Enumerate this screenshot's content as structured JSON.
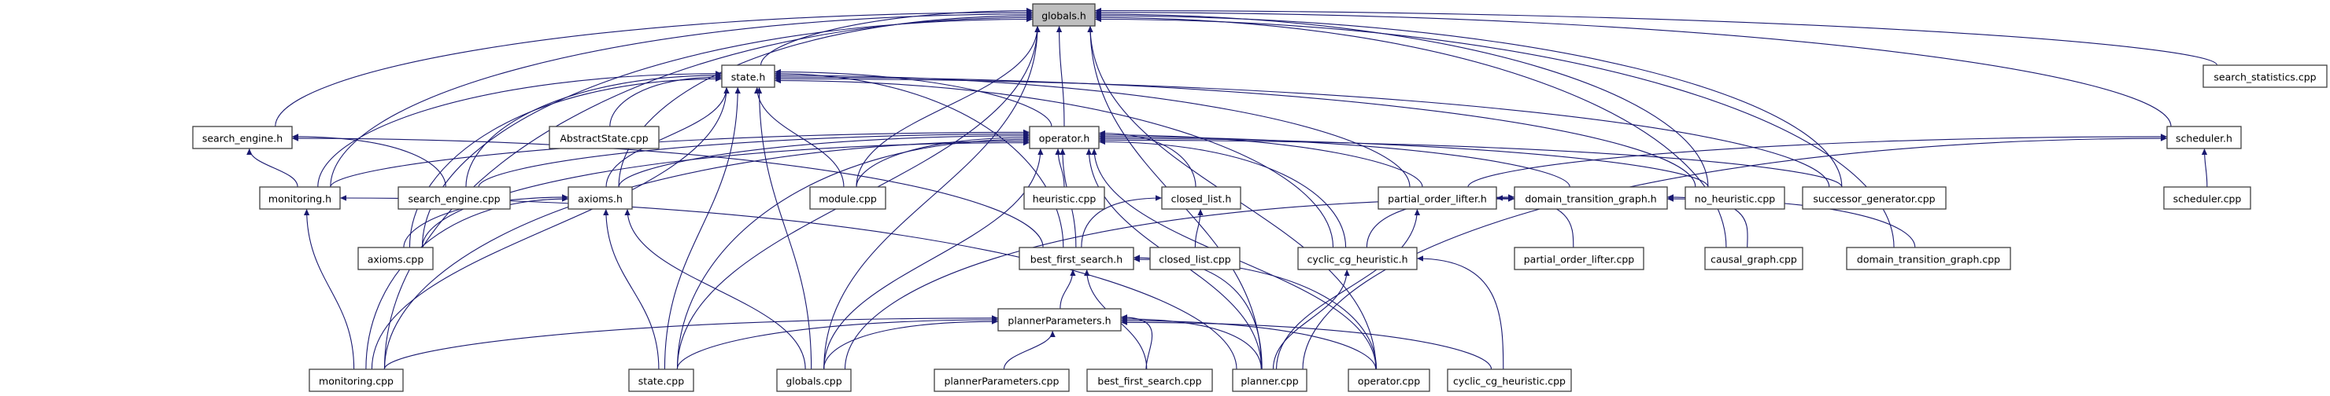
{
  "graph": {
    "kind": "include-dependency-graph",
    "root": "globals.h",
    "colors": {
      "edge": "#191970",
      "root_fill": "#bfbfbf",
      "node_fill": "#ffffff",
      "node_border": "#404040",
      "text": "#000000"
    },
    "nodes": [
      {
        "label": "globals.h",
        "highlighted": true
      },
      {
        "label": "state.h"
      },
      {
        "label": "search_statistics.cpp"
      },
      {
        "label": "search_engine.h"
      },
      {
        "label": "AbstractState.cpp"
      },
      {
        "label": "operator.h"
      },
      {
        "label": "scheduler.h"
      },
      {
        "label": "monitoring.h"
      },
      {
        "label": "search_engine.cpp"
      },
      {
        "label": "axioms.h"
      },
      {
        "label": "module.cpp"
      },
      {
        "label": "heuristic.cpp"
      },
      {
        "label": "closed_list.h"
      },
      {
        "label": "partial_order_lifter.h"
      },
      {
        "label": "domain_transition_graph.h"
      },
      {
        "label": "no_heuristic.cpp"
      },
      {
        "label": "successor_generator.cpp"
      },
      {
        "label": "scheduler.cpp"
      },
      {
        "label": "axioms.cpp"
      },
      {
        "label": "best_first_search.h"
      },
      {
        "label": "closed_list.cpp"
      },
      {
        "label": "cyclic_cg_heuristic.h"
      },
      {
        "label": "partial_order_lifter.cpp"
      },
      {
        "label": "causal_graph.cpp"
      },
      {
        "label": "domain_transition_graph.cpp"
      },
      {
        "label": "plannerParameters.h"
      },
      {
        "label": "monitoring.cpp"
      },
      {
        "label": "state.cpp"
      },
      {
        "label": "globals.cpp"
      },
      {
        "label": "plannerParameters.cpp"
      },
      {
        "label": "best_first_search.cpp"
      },
      {
        "label": "planner.cpp"
      },
      {
        "label": "operator.cpp"
      },
      {
        "label": "cyclic_cg_heuristic.cpp"
      }
    ],
    "edges": [
      {
        "from": "state.h",
        "to": "globals.h"
      },
      {
        "from": "search_engine.h",
        "to": "globals.h"
      },
      {
        "from": "monitoring.h",
        "to": "globals.h"
      },
      {
        "from": "axioms.h",
        "to": "globals.h"
      },
      {
        "from": "module.cpp",
        "to": "globals.h"
      },
      {
        "from": "operator.h",
        "to": "globals.h"
      },
      {
        "from": "monitoring.cpp",
        "to": "globals.h"
      },
      {
        "from": "state.cpp",
        "to": "globals.h"
      },
      {
        "from": "globals.cpp",
        "to": "globals.h"
      },
      {
        "from": "axioms.cpp",
        "to": "globals.h"
      },
      {
        "from": "search_statistics.cpp",
        "to": "globals.h"
      },
      {
        "from": "scheduler.h",
        "to": "globals.h"
      },
      {
        "from": "no_heuristic.cpp",
        "to": "globals.h"
      },
      {
        "from": "successor_generator.cpp",
        "to": "globals.h"
      },
      {
        "from": "causal_graph.cpp",
        "to": "globals.h"
      },
      {
        "from": "domain_transition_graph.cpp",
        "to": "globals.h"
      },
      {
        "from": "planner.cpp",
        "to": "globals.h"
      },
      {
        "from": "operator.cpp",
        "to": "globals.h"
      },
      {
        "from": "monitoring.h",
        "to": "state.h"
      },
      {
        "from": "search_engine.cpp",
        "to": "state.h"
      },
      {
        "from": "AbstractState.cpp",
        "to": "state.h"
      },
      {
        "from": "axioms.h",
        "to": "state.h"
      },
      {
        "from": "module.cpp",
        "to": "state.h"
      },
      {
        "from": "operator.h",
        "to": "state.h"
      },
      {
        "from": "state.cpp",
        "to": "state.h"
      },
      {
        "from": "globals.cpp",
        "to": "state.h"
      },
      {
        "from": "best_first_search.h",
        "to": "state.h"
      },
      {
        "from": "partial_order_lifter.h",
        "to": "state.h"
      },
      {
        "from": "no_heuristic.cpp",
        "to": "state.h"
      },
      {
        "from": "successor_generator.cpp",
        "to": "state.h"
      },
      {
        "from": "monitoring.cpp",
        "to": "state.h"
      },
      {
        "from": "axioms.cpp",
        "to": "state.h"
      },
      {
        "from": "cyclic_cg_heuristic.h",
        "to": "state.h"
      },
      {
        "from": "monitoring.h",
        "to": "search_engine.h"
      },
      {
        "from": "search_engine.cpp",
        "to": "search_engine.h"
      },
      {
        "from": "best_first_search.h",
        "to": "search_engine.h"
      },
      {
        "from": "monitoring.h",
        "to": "operator.h"
      },
      {
        "from": "search_engine.cpp",
        "to": "operator.h"
      },
      {
        "from": "axioms.h",
        "to": "operator.h"
      },
      {
        "from": "module.cpp",
        "to": "operator.h"
      },
      {
        "from": "heuristic.cpp",
        "to": "operator.h"
      },
      {
        "from": "closed_list.h",
        "to": "operator.h"
      },
      {
        "from": "partial_order_lifter.h",
        "to": "operator.h"
      },
      {
        "from": "domain_transition_graph.h",
        "to": "operator.h"
      },
      {
        "from": "no_heuristic.cpp",
        "to": "operator.h"
      },
      {
        "from": "successor_generator.cpp",
        "to": "operator.h"
      },
      {
        "from": "best_first_search.h",
        "to": "operator.h"
      },
      {
        "from": "cyclic_cg_heuristic.h",
        "to": "operator.h"
      },
      {
        "from": "planner.cpp",
        "to": "operator.h"
      },
      {
        "from": "operator.cpp",
        "to": "operator.h"
      },
      {
        "from": "state.cpp",
        "to": "operator.h"
      },
      {
        "from": "globals.cpp",
        "to": "operator.h"
      },
      {
        "from": "monitoring.cpp",
        "to": "operator.h"
      },
      {
        "from": "axioms.cpp",
        "to": "operator.h"
      },
      {
        "from": "monitoring.cpp",
        "to": "monitoring.h"
      },
      {
        "from": "planner.cpp",
        "to": "monitoring.h"
      },
      {
        "from": "axioms.cpp",
        "to": "axioms.h"
      },
      {
        "from": "monitoring.cpp",
        "to": "axioms.h"
      },
      {
        "from": "state.cpp",
        "to": "axioms.h"
      },
      {
        "from": "globals.cpp",
        "to": "axioms.h"
      },
      {
        "from": "best_first_search.h",
        "to": "closed_list.h"
      },
      {
        "from": "closed_list.cpp",
        "to": "closed_list.h"
      },
      {
        "from": "partial_order_lifter.cpp",
        "to": "partial_order_lifter.h"
      },
      {
        "from": "planner.cpp",
        "to": "partial_order_lifter.h"
      },
      {
        "from": "cyclic_cg_heuristic.h",
        "to": "domain_transition_graph.h"
      },
      {
        "from": "causal_graph.cpp",
        "to": "domain_transition_graph.h"
      },
      {
        "from": "domain_transition_graph.cpp",
        "to": "domain_transition_graph.h"
      },
      {
        "from": "globals.cpp",
        "to": "domain_transition_graph.h"
      },
      {
        "from": "plannerParameters.h",
        "to": "best_first_search.h"
      },
      {
        "from": "best_first_search.cpp",
        "to": "best_first_search.h"
      },
      {
        "from": "planner.cpp",
        "to": "best_first_search.h"
      },
      {
        "from": "operator.cpp",
        "to": "best_first_search.h"
      },
      {
        "from": "planner.cpp",
        "to": "cyclic_cg_heuristic.h"
      },
      {
        "from": "cyclic_cg_heuristic.cpp",
        "to": "cyclic_cg_heuristic.h"
      },
      {
        "from": "monitoring.cpp",
        "to": "plannerParameters.h"
      },
      {
        "from": "state.cpp",
        "to": "plannerParameters.h"
      },
      {
        "from": "globals.cpp",
        "to": "plannerParameters.h"
      },
      {
        "from": "plannerParameters.cpp",
        "to": "plannerParameters.h"
      },
      {
        "from": "best_first_search.cpp",
        "to": "plannerParameters.h"
      },
      {
        "from": "planner.cpp",
        "to": "plannerParameters.h"
      },
      {
        "from": "operator.cpp",
        "to": "plannerParameters.h"
      },
      {
        "from": "cyclic_cg_heuristic.cpp",
        "to": "plannerParameters.h"
      },
      {
        "from": "partial_order_lifter.h",
        "to": "scheduler.h"
      },
      {
        "from": "scheduler.cpp",
        "to": "scheduler.h"
      },
      {
        "from": "planner.cpp",
        "to": "scheduler.h"
      }
    ]
  }
}
